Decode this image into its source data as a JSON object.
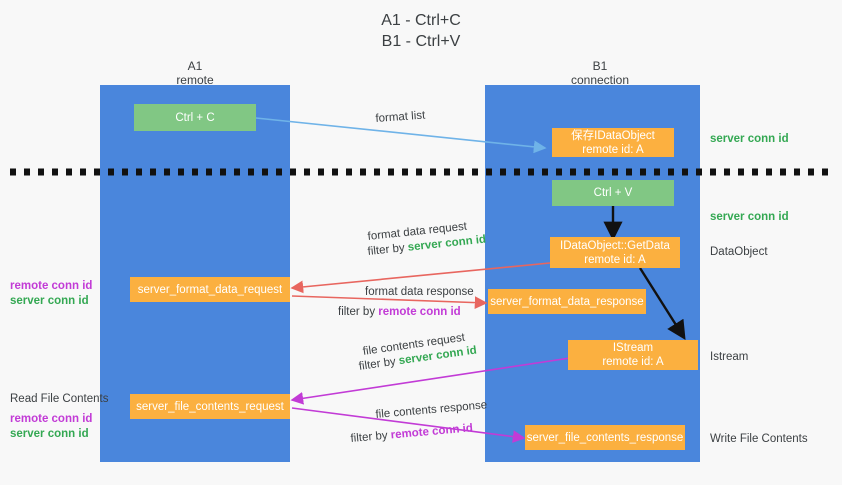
{
  "title": "A1 - Ctrl+C\nB1 - Ctrl+V",
  "columns": [
    {
      "name": "A1",
      "sub": "remote",
      "header": "A1\nremote"
    },
    {
      "name": "B1",
      "sub": "connection",
      "header": "B1\nconnection"
    }
  ],
  "boxes": {
    "ctrl_c": "Ctrl + C",
    "ctrl_v": "Ctrl + V",
    "save_idataobject": "保存IDataObject\nremote id: A",
    "idataobject_getdata": "IDataObject::GetData\nremote id: A",
    "istream": "IStream\nremote id: A",
    "server_format_data_request": "server_format_data_request",
    "server_format_data_response": "server_format_data_response",
    "server_file_contents_request": "server_file_contents_request",
    "server_file_contents_response": "server_file_contents_response"
  },
  "arrow_labels": {
    "format_list": "format list",
    "format_data_request": "format data request",
    "format_data_request_filter_prefix": "filter by ",
    "format_data_request_filter_value": "server conn id",
    "format_data_response": "format data response",
    "format_data_response_filter_prefix": "filter by ",
    "format_data_response_filter_value": "remote conn id",
    "file_contents_request": "file contents request",
    "file_contents_request_filter_prefix": "filter by ",
    "file_contents_request_filter_value": "server conn id",
    "file_contents_response": "file contents response",
    "file_contents_response_filter_prefix": "filter by ",
    "file_contents_response_filter_value": "remote conn id"
  },
  "right_labels": {
    "server_conn_id_top": "server conn id",
    "server_conn_id_second": "server conn id",
    "dataobject": "DataObject",
    "istream": "Istream",
    "write_file_contents": "Write File Contents"
  },
  "left_labels": {
    "format_remote": "remote conn id",
    "format_server": "server conn id",
    "read_file_contents": "Read File Contents",
    "file_remote": "remote conn id",
    "file_server": "server conn id"
  },
  "colors": {
    "panel_blue": "#4a86dc",
    "box_green": "#81c784",
    "box_orange": "#fbb040",
    "arrow_light_blue": "#6fb3e8",
    "arrow_red": "#e8665f",
    "arrow_magenta": "#c23bd6",
    "arrow_black": "#111111",
    "text_green": "#34a853",
    "text_purple": "#c23bd6",
    "background": "#f8f8f8"
  }
}
